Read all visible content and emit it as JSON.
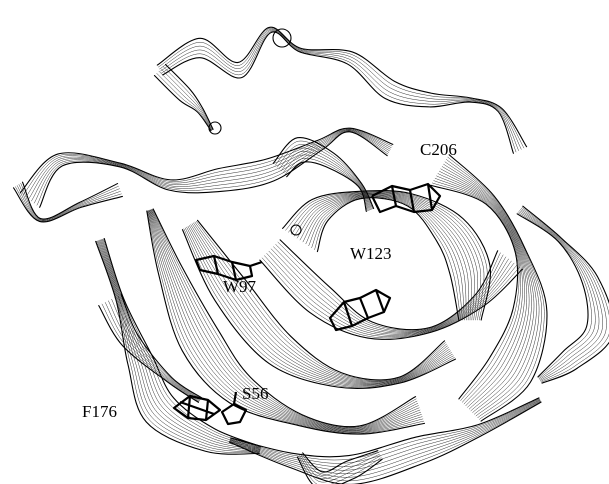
{
  "labels": {
    "c206": "C206",
    "w123": "W123",
    "w97": "W97",
    "s56": "S56",
    "f176": "F176"
  }
}
